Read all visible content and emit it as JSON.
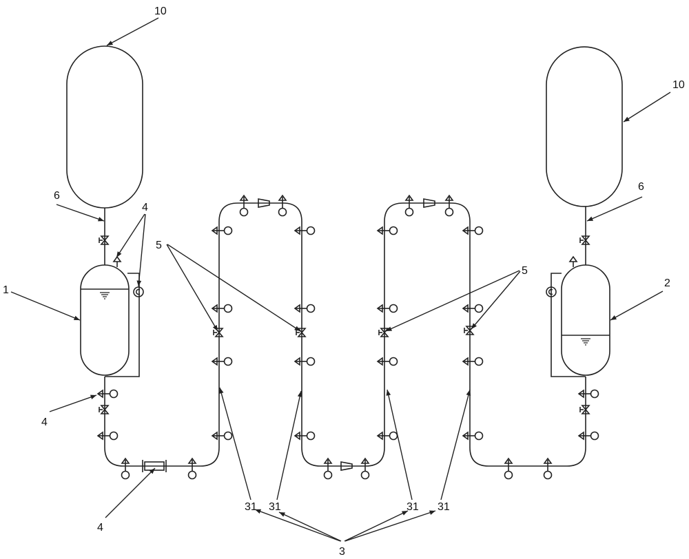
{
  "labels": {
    "tank_left": "10",
    "tank_right": "10",
    "pipe_left": "6",
    "pipe_right": "6",
    "instrument_top": "4",
    "instrument_left": "4",
    "filter": "4",
    "vessel_left": "1",
    "vessel_right": "2",
    "valves_left": "5",
    "valves_right": "5",
    "loop_a": "31",
    "loop_b": "31",
    "loop_c": "31",
    "loop_d": "31",
    "loop_group": "3"
  },
  "colors": {
    "line": "#222222",
    "background": "#ffffff"
  }
}
